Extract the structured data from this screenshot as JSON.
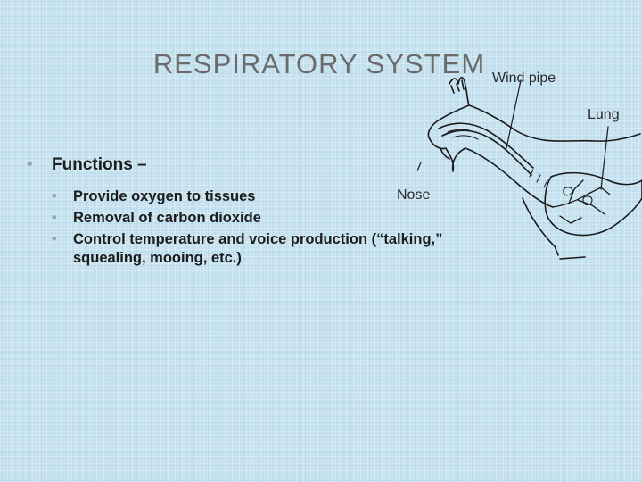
{
  "slide": {
    "title": "RESPIRATORY SYSTEM",
    "heading": "Functions –",
    "items": [
      "Provide oxygen to tissues",
      "Removal of carbon dioxide",
      "Control temperature and voice production (“talking,” squealing, mooing, etc.)"
    ]
  },
  "diagram": {
    "labels": {
      "wind_pipe": "Wind pipe",
      "lung": "Lung",
      "nose": "Nose"
    },
    "line_color": "#1a1a1a"
  },
  "icons": {
    "bullet": "•"
  }
}
